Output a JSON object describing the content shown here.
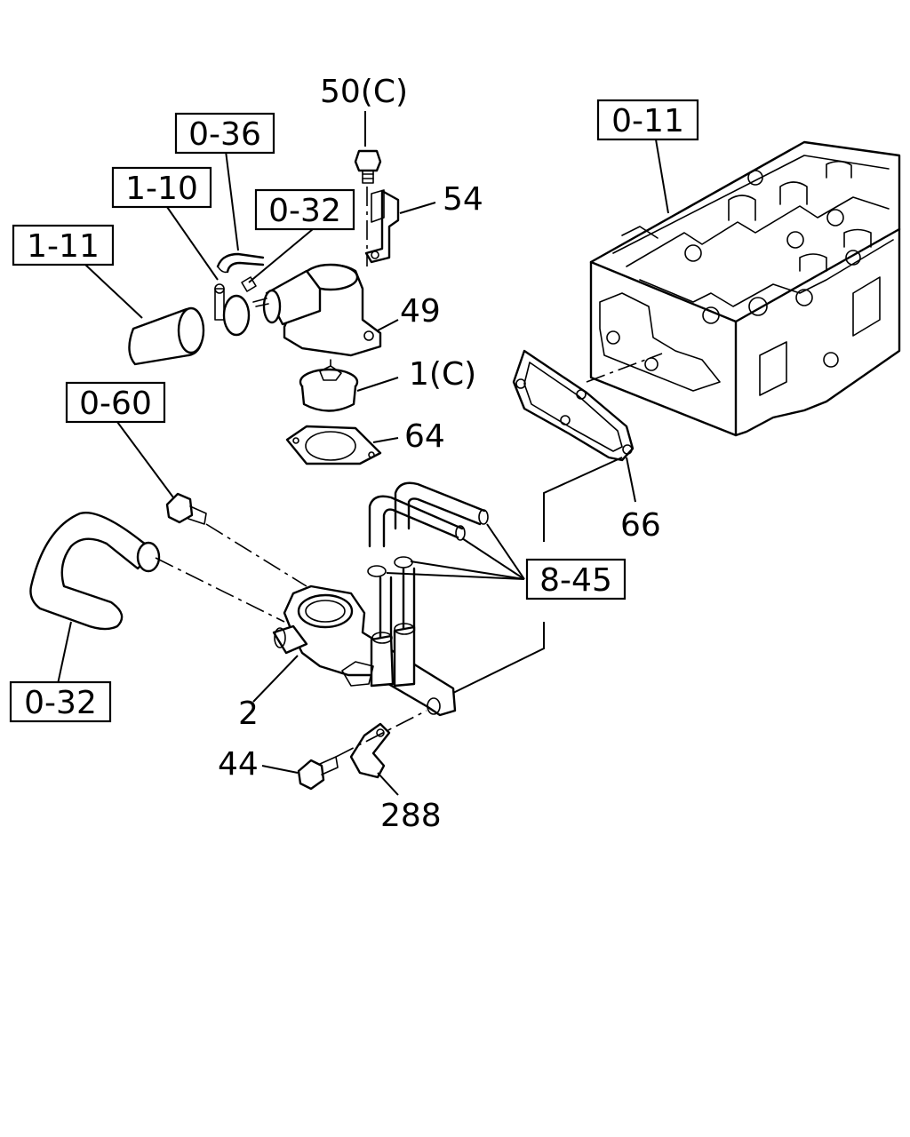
{
  "reference_boxes": {
    "ref_0_36": "0-36",
    "ref_1_10": "1-10",
    "ref_0_32_top": "0-32",
    "ref_1_11": "1-11",
    "ref_0_11": "0-11",
    "ref_0_60": "0-60",
    "ref_8_45": "8-45",
    "ref_0_32_bottom": "0-32"
  },
  "part_numbers": {
    "p50c": "50(C)",
    "p54": "54",
    "p49": "49",
    "p1c": "1(C)",
    "p64": "64",
    "p66": "66",
    "p2": "2",
    "p44": "44",
    "p288": "288"
  }
}
